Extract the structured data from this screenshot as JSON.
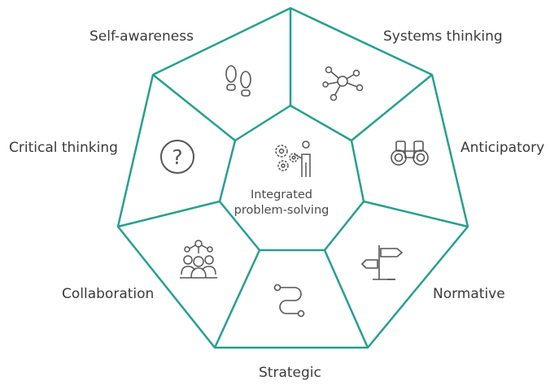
{
  "center": {
    "line1": "Integrated",
    "line2": "problem-solving"
  },
  "segments": [
    {
      "label": "Self-awareness",
      "icon": "footprints-icon"
    },
    {
      "label": "Systems thinking",
      "icon": "network-nodes-icon"
    },
    {
      "label": "Anticipatory",
      "icon": "binoculars-icon"
    },
    {
      "label": "Normative",
      "icon": "signpost-icon"
    },
    {
      "label": "Strategic",
      "icon": "path-route-icon"
    },
    {
      "label": "Collaboration",
      "icon": "team-network-icon"
    },
    {
      "label": "Critical thinking",
      "icon": "question-mark-icon"
    }
  ],
  "center_icon": "gears-person-icon",
  "colors": {
    "outline": "#26a08c",
    "icon": "#555555",
    "text": "#3a3a3a"
  }
}
